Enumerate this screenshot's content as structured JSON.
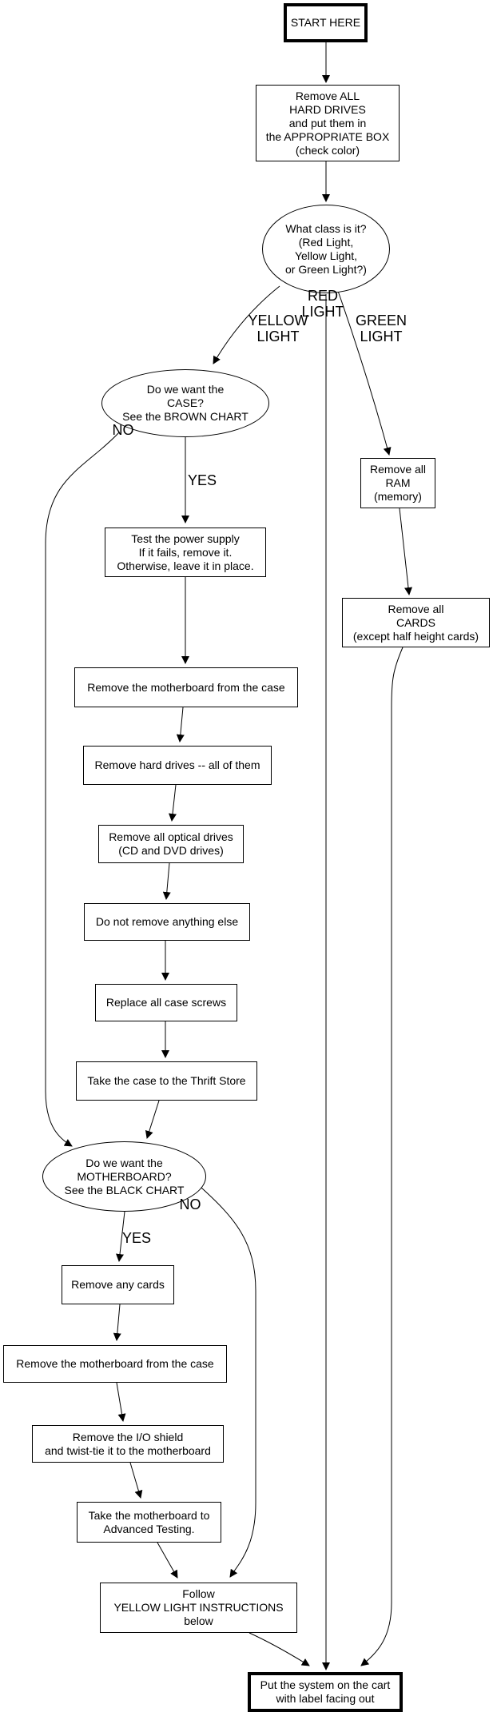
{
  "diagram": {
    "background_color": "#ffffff",
    "stroke_color": "#000000",
    "nodes": {
      "start": "START HERE",
      "remove_hard_drives": "Remove ALL\nHARD DRIVES\nand put them in\nthe APPROPRIATE BOX\n(check color)",
      "what_class": "What class is it?\n(Red Light,\nYellow Light,\nor Green Light?)",
      "want_case": "Do we want the\nCASE?\nSee the BROWN CHART",
      "test_psu": "Test the power supply\nIf it fails, remove it.\nOtherwise, leave it in place.",
      "remove_mobo_1": "Remove the motherboard from the case",
      "remove_hdds": "Remove hard drives -- all of them",
      "remove_optical": "Remove all optical drives\n(CD and DVD drives)",
      "do_not_remove": "Do not remove anything else",
      "replace_screws": "Replace all case screws",
      "thrift_store": "Take the case to the Thrift Store",
      "want_mobo": "Do we want the\nMOTHERBOARD?\nSee the BLACK CHART",
      "remove_any_cards": "Remove any cards",
      "remove_mobo_2": "Remove the motherboard from the case",
      "io_shield": "Remove the I/O shield\nand twist-tie it to the motherboard",
      "advanced_testing": "Take the motherboard to\nAdvanced Testing.",
      "follow_yellow": "Follow\nYELLOW LIGHT INSTRUCTIONS\nbelow",
      "remove_ram": "Remove all\nRAM\n(memory)",
      "remove_all_cards": "Remove all\nCARDS\n(except half height cards)",
      "cart": "Put the system on the cart\nwith label facing out"
    },
    "edge_labels": {
      "red": "RED\nLIGHT",
      "yellow": "YELLOW\nLIGHT",
      "green": "GREEN\nLIGHT",
      "case_no": "NO",
      "case_yes": "YES",
      "mobo_no": "NO",
      "mobo_yes": "YES"
    }
  }
}
